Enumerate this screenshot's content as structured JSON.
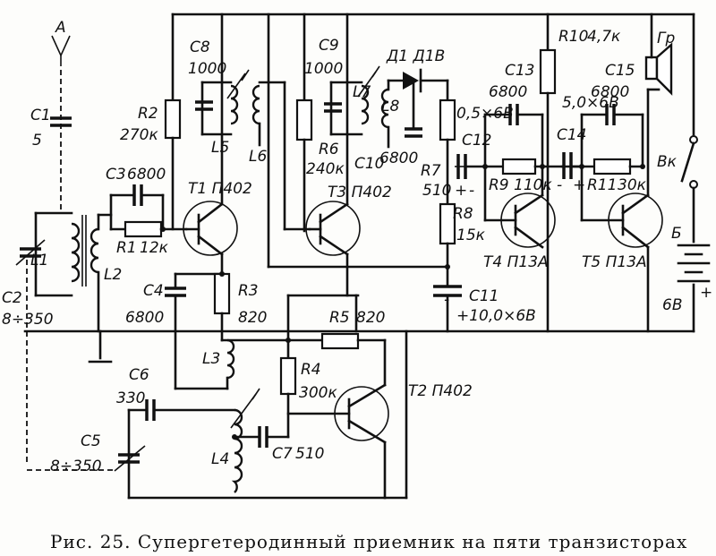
{
  "caption": "Рис. 25. Супергетеродинный приемник на пяти транзисторах",
  "antenna": "A",
  "labels": {
    "C1": "C1",
    "C1v": "5",
    "C2": "C2",
    "C2v": "8÷350",
    "C3": "C3",
    "C3v": "6800",
    "C4": "C4",
    "C4v": "6800",
    "C5": "C5",
    "C5v": "8÷350",
    "C6": "C6",
    "C6v": "330",
    "C7": "C7",
    "C7v": "510",
    "C8": "C8",
    "C8v": "1000",
    "C9": "C9",
    "C9v": "1000",
    "C10": "C10",
    "C10v": "6800",
    "C11": "C11",
    "C11v": "+10,0×6B",
    "C12": "C12",
    "C12v": "0,5×6B",
    "C13": "C13",
    "C13v": "6800",
    "C14": "C14",
    "C14v": "5,0×6B",
    "C15": "C15",
    "C15v": "6800",
    "R1": "R1",
    "R1v": "12к",
    "R2": "R2",
    "R2v": "270к",
    "R3": "R3",
    "R3v": "820",
    "R4": "R4",
    "R4v": "300к",
    "R5": "R5",
    "R5v": "820",
    "R6": "R6",
    "R6v": "240к",
    "R7": "R7",
    "R7v": "510",
    "R8": "R8",
    "R8v": "15к",
    "R9": "R9",
    "R9v": "110к",
    "R10": "R10",
    "R10v": "4,7к",
    "R11": "R11",
    "R11v": "30к",
    "L1": "L1",
    "L2": "L2",
    "L3": "L3",
    "L4": "L4",
    "L5": "L5",
    "L6": "L6",
    "L7": "L7",
    "L8": "L8",
    "D1": "Д1 Д1В",
    "T1": "T1 П402",
    "T2": "T2 П402",
    "T3": "T3 П402",
    "T4": "T4 П13А",
    "T5": "T5 П13А",
    "Gr": "Гр",
    "Vk": "Вк",
    "B": "Б",
    "Bv": "6В",
    "plus": "+",
    "minus": "-"
  }
}
